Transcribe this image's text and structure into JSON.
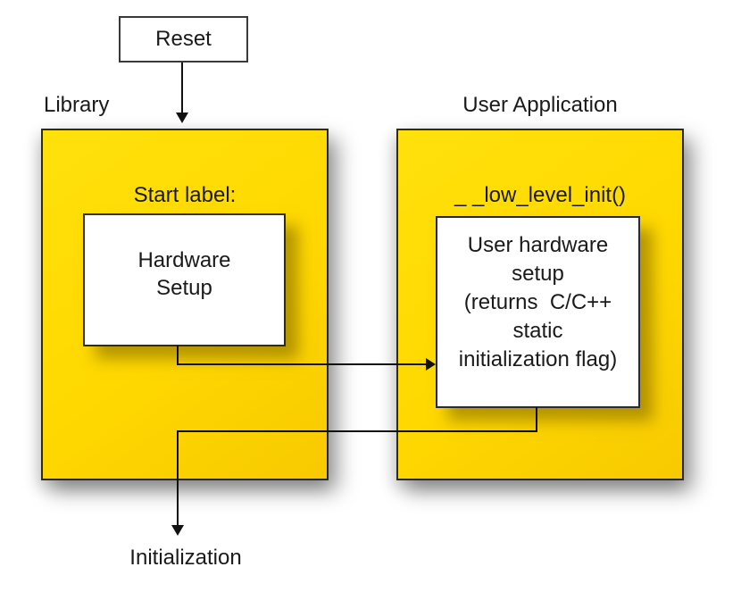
{
  "diagram": {
    "reset": {
      "label": "Reset"
    },
    "library": {
      "title": "Library",
      "start_label": "Start label:",
      "hardware_box": {
        "lines": [
          "Hardware",
          "Setup"
        ]
      }
    },
    "user_application": {
      "title": "User Application",
      "function_label": "_ _low_level_init()",
      "hardware_box": {
        "lines": [
          "User hardware",
          "setup",
          "(returns  C/C++",
          "static",
          "initialization flag)"
        ]
      }
    },
    "initialization": {
      "label": "Initialization"
    },
    "colors": {
      "panel_yellow": "#FFD800",
      "panel_border": "#2B2B2B",
      "inner_box_fill": "#FFFFFF",
      "connector_black": "#111111",
      "text_color": "#1A1A1A"
    }
  }
}
